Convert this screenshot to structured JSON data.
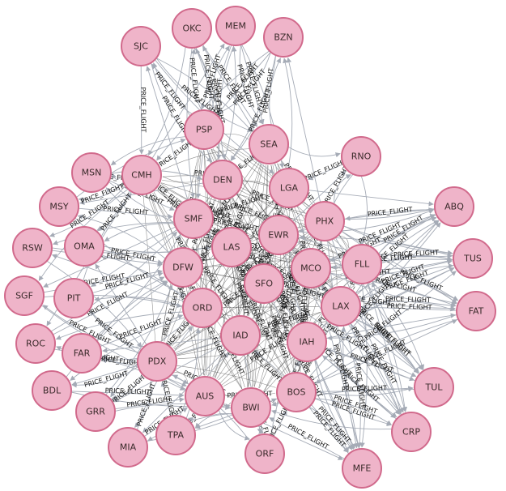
{
  "graph": {
    "relationship_label": "PRICE_FLIGHT",
    "node_fill": "#efb4c9",
    "node_stroke": "#d16a8c",
    "edge_color": "#a5abb6",
    "nodes": [
      {
        "id": "SJC"
      },
      {
        "id": "OKC"
      },
      {
        "id": "MEM"
      },
      {
        "id": "BZN"
      },
      {
        "id": "PSP"
      },
      {
        "id": "SEA"
      },
      {
        "id": "RNO"
      },
      {
        "id": "MSN"
      },
      {
        "id": "CMH"
      },
      {
        "id": "DEN"
      },
      {
        "id": "LGA"
      },
      {
        "id": "MSY"
      },
      {
        "id": "SMF"
      },
      {
        "id": "PHX"
      },
      {
        "id": "ABQ"
      },
      {
        "id": "RSW"
      },
      {
        "id": "OMA"
      },
      {
        "id": "LAS"
      },
      {
        "id": "EWR"
      },
      {
        "id": "DFW"
      },
      {
        "id": "MCO"
      },
      {
        "id": "FLL"
      },
      {
        "id": "TUS"
      },
      {
        "id": "SGF"
      },
      {
        "id": "PIT"
      },
      {
        "id": "SFO"
      },
      {
        "id": "ORD"
      },
      {
        "id": "LAX"
      },
      {
        "id": "FAT"
      },
      {
        "id": "ROC"
      },
      {
        "id": "IAD"
      },
      {
        "id": "IAH"
      },
      {
        "id": "FAR"
      },
      {
        "id": "PDX"
      },
      {
        "id": "BDL"
      },
      {
        "id": "AUS"
      },
      {
        "id": "BOS"
      },
      {
        "id": "TUL"
      },
      {
        "id": "BWI"
      },
      {
        "id": "GRR"
      },
      {
        "id": "CRP"
      },
      {
        "id": "TPA"
      },
      {
        "id": "MIA"
      },
      {
        "id": "ORF"
      },
      {
        "id": "MFE"
      }
    ]
  }
}
